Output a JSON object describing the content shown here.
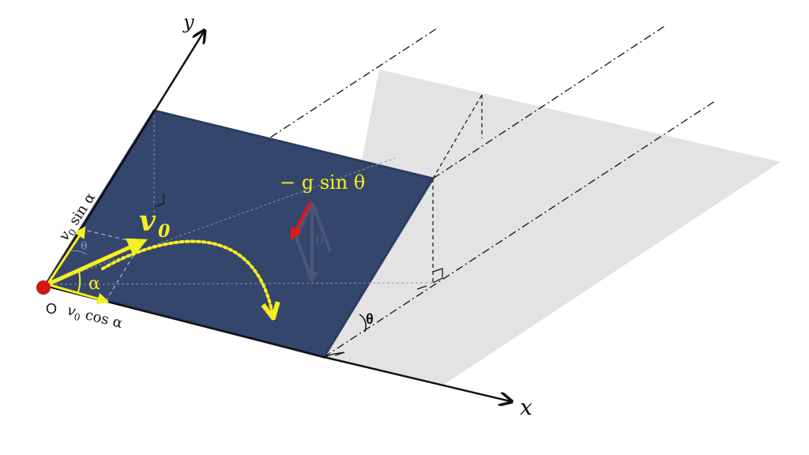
{
  "diagram": {
    "axis_x_label": "x",
    "axis_y_label": "y",
    "origin_label": "O",
    "v0_label": "v",
    "v0_subscript": "0",
    "v0_sin_alpha": {
      "v": "v",
      "sub": "0",
      "rest": " sin α"
    },
    "v0_cos_alpha": {
      "v": "v",
      "sub": "0",
      "rest": " cos α"
    },
    "alpha_label": "α",
    "theta_label": "θ",
    "gravity_label": "− g sin θ",
    "colors": {
      "plane": "#34466b",
      "plane_edge": "#2b3c63",
      "shadow": "#e3e3e3",
      "yellow": "#f7ee22",
      "red": "#e01818",
      "origin_dot": "#d11717",
      "axis": "#111111"
    }
  }
}
